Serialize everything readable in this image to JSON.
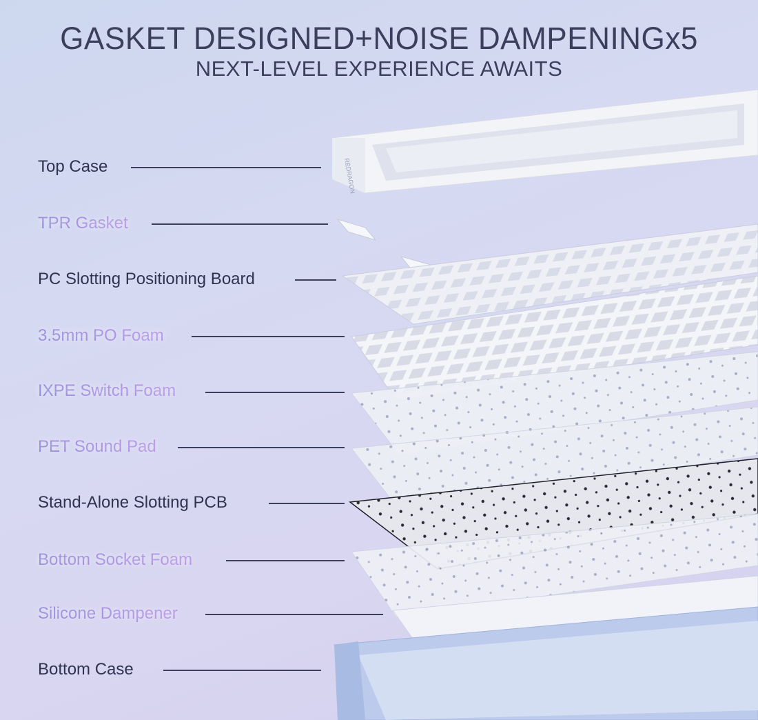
{
  "header": {
    "title": "GASKET DESIGNED+NOISE DAMPENINGx5",
    "subtitle": "NEXT-LEVEL EXPERIENCE AWAITS"
  },
  "logo_text": "REDRAGON",
  "layers": [
    {
      "label": "Top Case",
      "style": "dark"
    },
    {
      "label": "TPR Gasket",
      "style": "purple"
    },
    {
      "label": "PC Slotting Positioning Board",
      "style": "dark"
    },
    {
      "label": "3.5mm PO Foam",
      "style": "purple"
    },
    {
      "label": "IXPE Switch Foam",
      "style": "purple"
    },
    {
      "label": "PET Sound Pad",
      "style": "purple"
    },
    {
      "label": "Stand-Alone Slotting PCB",
      "style": "dark"
    },
    {
      "label": "Bottom Socket Foam",
      "style": "purple"
    },
    {
      "label": "Silicone Dampener",
      "style": "purple"
    },
    {
      "label": "Bottom Case",
      "style": "dark"
    }
  ]
}
